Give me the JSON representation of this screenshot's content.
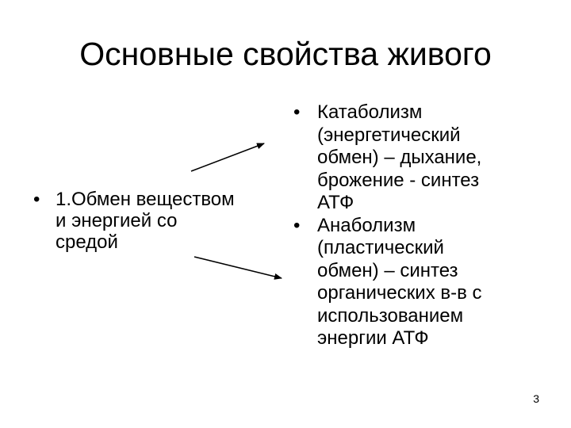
{
  "slide": {
    "title": "Основные свойства живого",
    "bullet_glyph": "•",
    "left_item": "1.Обмен веществом\nи энергией со\nсредой",
    "right_items": [
      {
        "text": "Катаболизм\n(энергетический\nобмен) – дыхание,\nброжение - синтез\nАТФ"
      },
      {
        "text": "Анаболизм\n(пластический\nобмен) – синтез\nорганических в-в с\nиспользованием\nэнергии АТФ"
      }
    ],
    "page_number": "3"
  }
}
